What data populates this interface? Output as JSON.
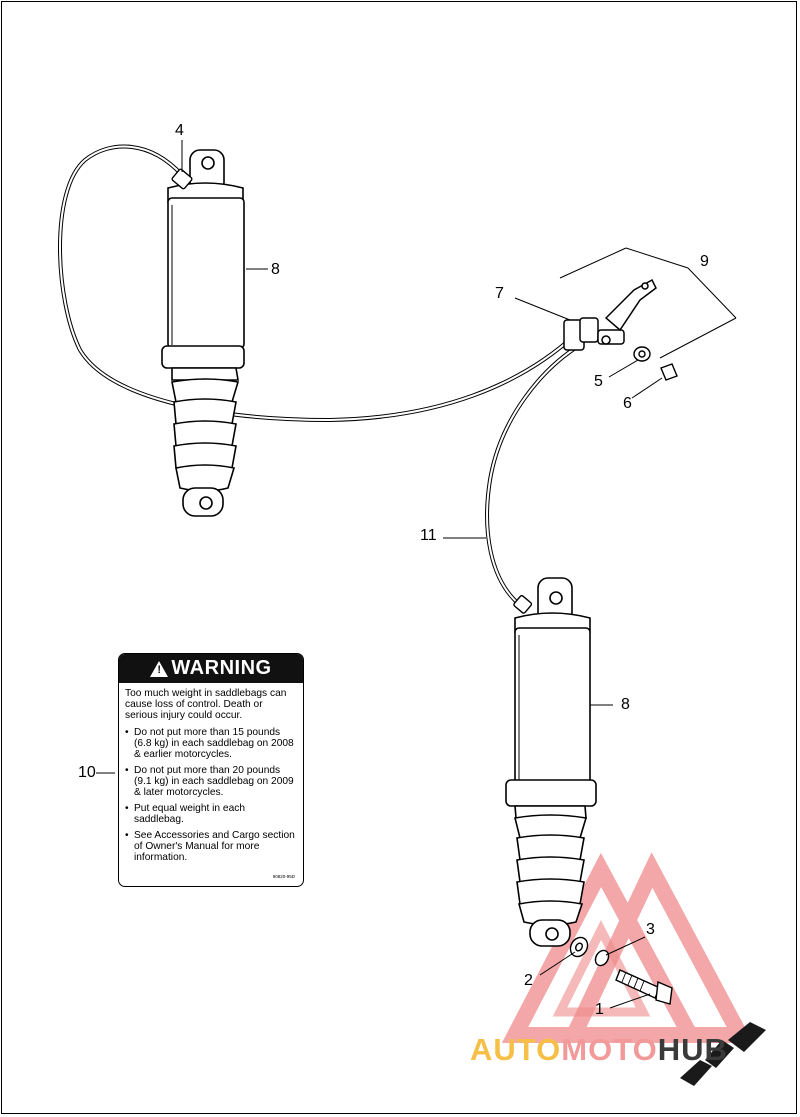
{
  "callouts": [
    {
      "id": "4",
      "label": "4"
    },
    {
      "id": "8a",
      "label": "8"
    },
    {
      "id": "9",
      "label": "9"
    },
    {
      "id": "7",
      "label": "7"
    },
    {
      "id": "5",
      "label": "5"
    },
    {
      "id": "6",
      "label": "6"
    },
    {
      "id": "11",
      "label": "11"
    },
    {
      "id": "8b",
      "label": "8"
    },
    {
      "id": "10",
      "label": "10"
    },
    {
      "id": "3",
      "label": "3"
    },
    {
      "id": "2",
      "label": "2"
    },
    {
      "id": "1",
      "label": "1"
    }
  ],
  "warning_label": {
    "header": "WARNING",
    "intro": "Too much weight in saddlebags can cause loss of control.  Death or serious injury could occur.",
    "bullets": [
      "Do not put more than 15 pounds (6.8 kg) in each saddlebag on 2008 & earlier motorcycles.",
      "Do not put more than 20 pounds (9.1 kg) in each saddlebag on 2009 & later motorcycles.",
      "Put equal weight in each saddlebag.",
      "See Accessories and Cargo section of Owner's Manual for more information."
    ],
    "part_code": "90820-95D"
  },
  "watermark": {
    "word1": "AUTO",
    "word2": "MOTO",
    "word3": "HUB",
    "colors": {
      "auto": "#f6c048",
      "moto": "#f2999a",
      "hub": "#3a3a3a",
      "triangle": "#f08a8c"
    }
  }
}
